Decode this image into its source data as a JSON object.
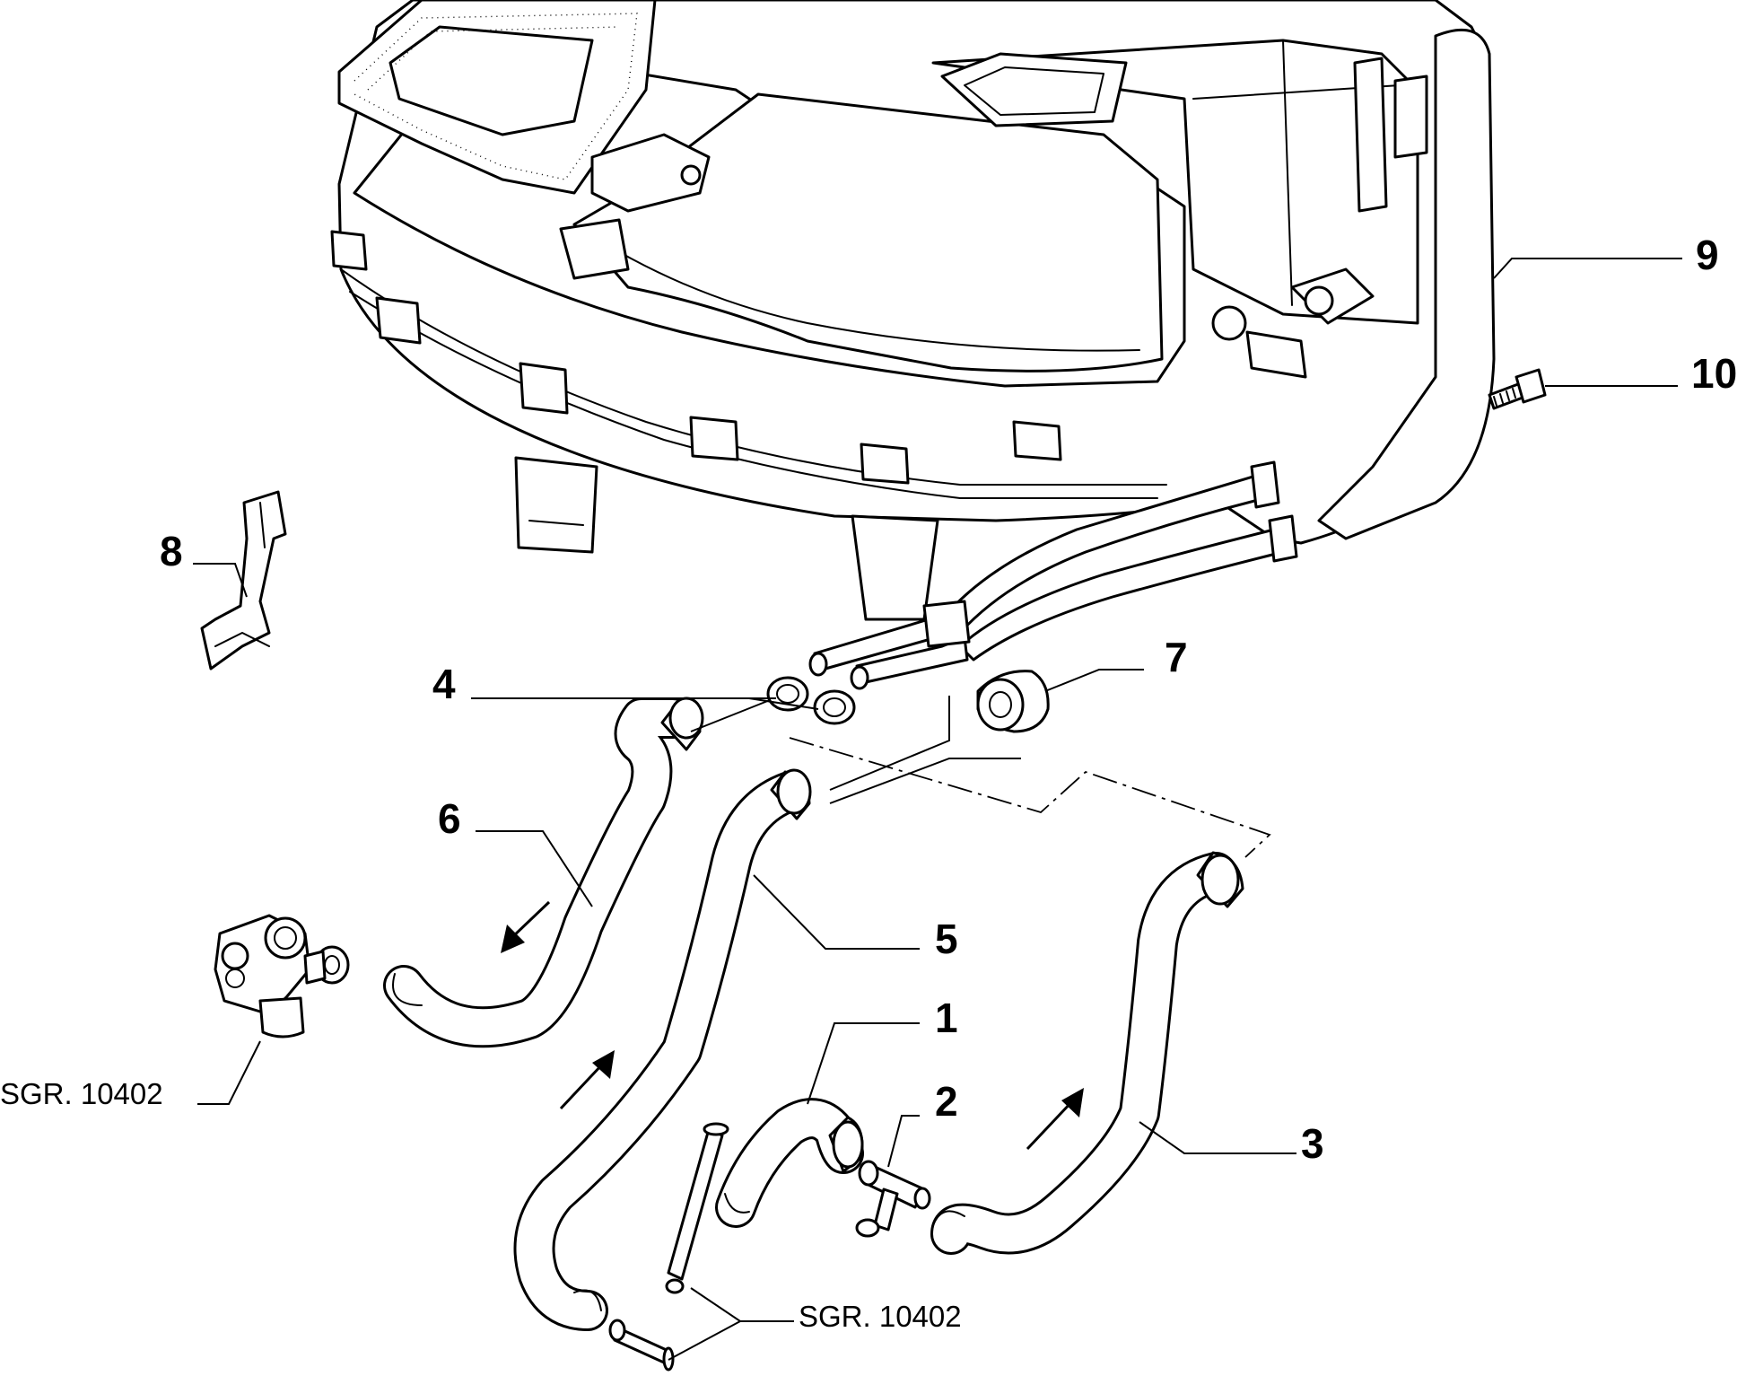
{
  "diagram": {
    "type": "exploded-parts-view",
    "callouts": [
      {
        "id": "1",
        "text": "1"
      },
      {
        "id": "2",
        "text": "2"
      },
      {
        "id": "3",
        "text": "3"
      },
      {
        "id": "4",
        "text": "4"
      },
      {
        "id": "5",
        "text": "5"
      },
      {
        "id": "6",
        "text": "6"
      },
      {
        "id": "7",
        "text": "7"
      },
      {
        "id": "8",
        "text": "8"
      },
      {
        "id": "9",
        "text": "9"
      },
      {
        "id": "10",
        "text": "10"
      }
    ],
    "references": [
      {
        "id": "left",
        "text": "SGR. 10402"
      },
      {
        "id": "bottom",
        "text": "SGR. 10402"
      }
    ],
    "flow_arrows": [
      "down-left",
      "up-right",
      "up-right"
    ],
    "line_color": "#000000",
    "background_color": "#ffffff"
  }
}
